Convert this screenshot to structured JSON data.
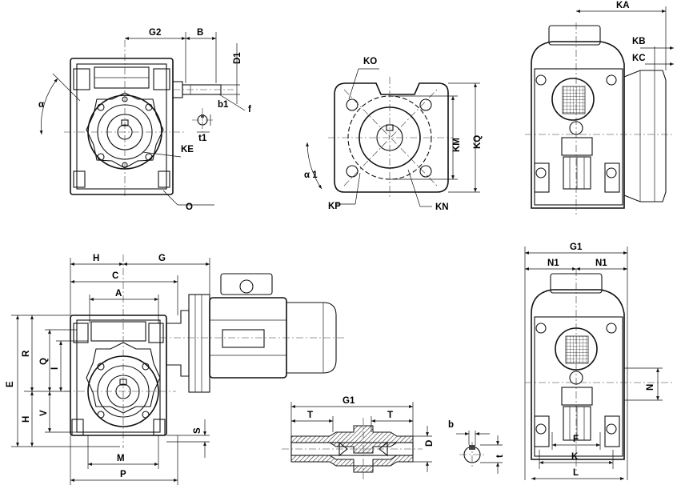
{
  "labels": {
    "G2": "G2",
    "B": "B",
    "D1": "D1",
    "alpha": "α",
    "f": "f",
    "b1": "b1",
    "t1": "t1",
    "KE": "KE",
    "O": "O",
    "KO": "KO",
    "KM": "KM",
    "KQ": "KQ",
    "alpha1": "α 1",
    "KP": "KP",
    "KN": "KN",
    "KA": "KA",
    "KB": "KB",
    "KC": "KC",
    "H_top": "H",
    "G": "G",
    "C": "C",
    "A": "A",
    "E": "E",
    "R": "R",
    "Q": "Q",
    "I": "I",
    "H_side": "H",
    "V": "V",
    "S": "S",
    "M": "M",
    "P": "P",
    "G1_shaft": "G1",
    "T_left": "T",
    "T_right": "T",
    "D": "D",
    "b": "b",
    "t": "t",
    "G1_right": "G1",
    "N1_left": "N1",
    "N1_right": "N1",
    "N": "N",
    "F": "F",
    "K": "K",
    "L": "L"
  }
}
